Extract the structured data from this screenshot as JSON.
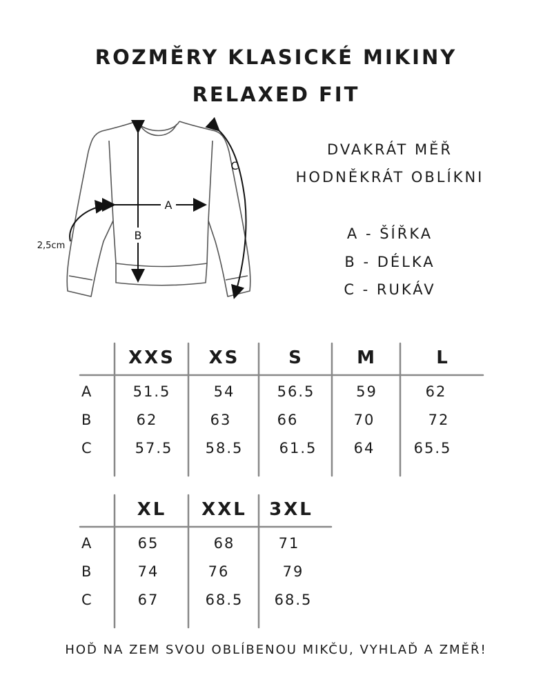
{
  "title_line1": "ROZMĚRY KLASICKÉ MIKINY",
  "title_line2": "RELAXED FIT",
  "tagline_line1": "DVAKRÁT MĚŘ",
  "tagline_line2": "HODNĚKRÁT OBLÍKNI",
  "legend": [
    "A - ŠÍŘKA",
    "B - DÉLKA",
    "C - RUKÁV"
  ],
  "figure_labels": {
    "a": "A",
    "b": "B",
    "c": "C",
    "offset": "2,5cm"
  },
  "table1": {
    "columns": [
      "XXS",
      "XS",
      "S",
      "M",
      "L"
    ],
    "rows": [
      {
        "label": "A",
        "values": [
          "51.5",
          "54",
          "56.5",
          "59",
          "62"
        ]
      },
      {
        "label": "B",
        "values": [
          "62",
          "63",
          "66",
          "70",
          "72"
        ]
      },
      {
        "label": "C",
        "values": [
          "57.5",
          "58.5",
          "61.5",
          "64",
          "65.5"
        ]
      }
    ]
  },
  "table2": {
    "columns": [
      "XL",
      "XXL",
      "3XL"
    ],
    "rows": [
      {
        "label": "A",
        "values": [
          "65",
          "68",
          "71"
        ]
      },
      {
        "label": "B",
        "values": [
          "74",
          "76",
          "79"
        ]
      },
      {
        "label": "C",
        "values": [
          "67",
          "68.5",
          "68.5"
        ]
      }
    ]
  },
  "footer": "HOĎ NA ZEM SVOU OBLÍBENOU MIKČU, VYHLAĎ A ZMĚŘ!"
}
